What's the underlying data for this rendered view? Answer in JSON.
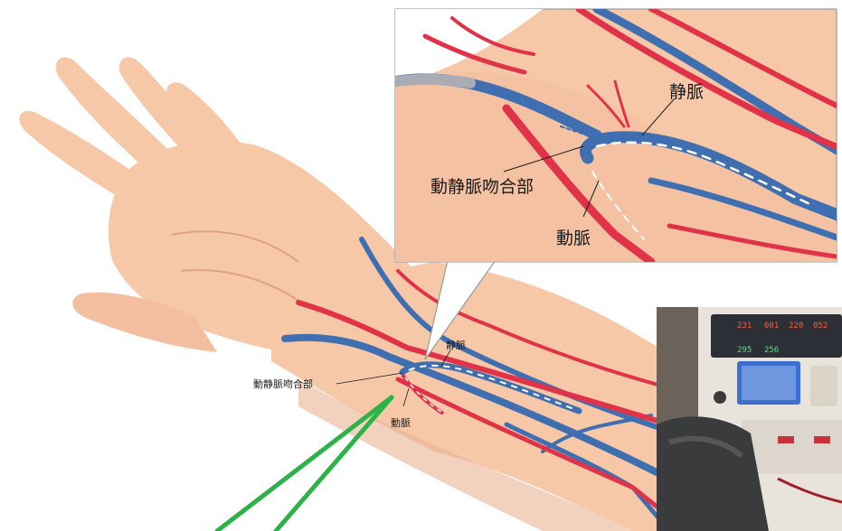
{
  "labels": {
    "inset": {
      "vein": "静脈",
      "anastomosis": "動静脈吻合部",
      "artery": "動脈"
    },
    "main": {
      "vein": "静脈",
      "anastomosis": "動静脈吻合部",
      "artery": "動脈"
    }
  },
  "machine_display": {
    "row1": [
      "231",
      "001",
      "220",
      "052"
    ],
    "row2": [
      "295",
      "256"
    ]
  },
  "colors": {
    "skin": "#f6c8a8",
    "skin_shadow": "#e8a988",
    "artery": "#e0334a",
    "vein": "#3f6fb0",
    "pointer_line": "#2db24a",
    "inset_border": "#9a9a9a"
  }
}
